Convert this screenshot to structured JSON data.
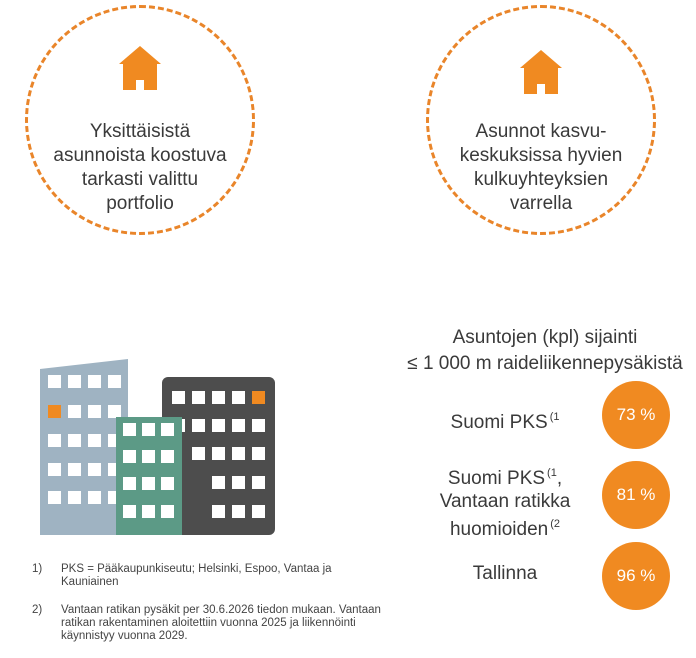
{
  "features": [
    {
      "text_lines": [
        "Yksittäisistä",
        "asunnoista koostuva",
        "tarkasti valittu",
        "portfolio"
      ]
    },
    {
      "text_lines": [
        "Asunnot kasvu-",
        "keskuksissa hyvien",
        "kulkuyhteyksien",
        "varrella"
      ]
    }
  ],
  "location_stats": {
    "headline_lines": [
      "Asuntojen (kpl) sijainti",
      "≤ 1 000 m raideliikennepysäkistä"
    ],
    "rows": [
      {
        "label_lines": [
          "Suomi PKS"
        ],
        "sup": "(1",
        "value": "73 %"
      },
      {
        "label_lines": [
          "Suomi PKS",
          "Vantaan ratikka",
          "huomioiden"
        ],
        "sup": "(1",
        "sup2": "(2",
        "comma": ",",
        "value": "81 %"
      },
      {
        "label_lines": [
          "Tallinna"
        ],
        "value": "96 %"
      }
    ]
  },
  "footnotes": [
    {
      "num": "1)",
      "text": "PKS = Pääkaupunkiseutu; Helsinki, Espoo, Vantaa  ja Kauniainen"
    },
    {
      "num": "2)",
      "text": "Vantaan ratikan pysäkit per 30.6.2026 tiedon mukaan. Vantaan ratikan rakentaminen aloitettiin vuonna 2025 ja liikennöinti käynnistyy vuonna 2029."
    }
  ],
  "colors": {
    "accent": "#e9852a",
    "badge": "#f08a21",
    "building_blue": "#9fb3c2",
    "building_green": "#5c9a86",
    "building_dark": "#4d4d4d"
  }
}
